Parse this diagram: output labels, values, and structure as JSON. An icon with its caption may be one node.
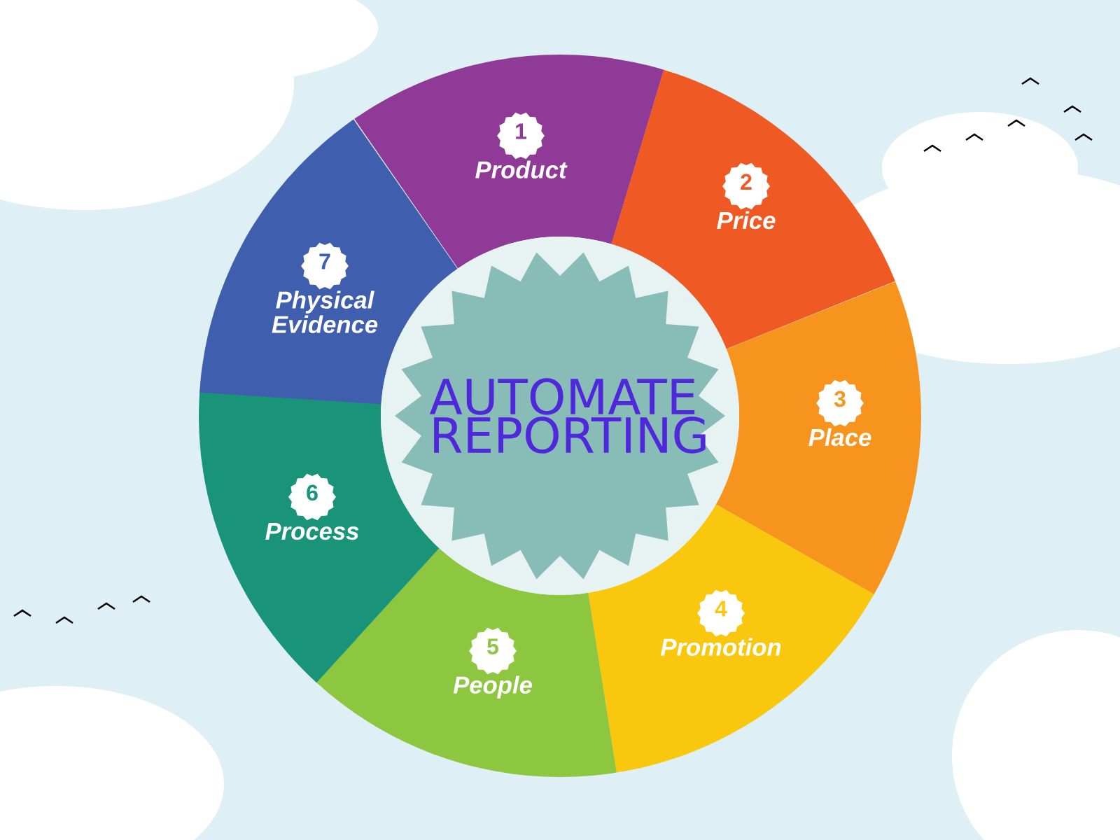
{
  "diagram": {
    "nodes": [
      {
        "text": [
          "AUTOMATE REPORTING"
        ]
      },
      {
        "text": [
          "1",
          "Product"
        ]
      },
      {
        "text": [
          "2",
          "Price"
        ]
      },
      {
        "text": [
          "3",
          "Place"
        ]
      },
      {
        "text": [
          "4",
          "Promotion"
        ]
      },
      {
        "text": [
          "5",
          "People"
        ]
      },
      {
        "text": [
          "6",
          "Process"
        ]
      },
      {
        "text": [
          "7",
          "Physical Evidence"
        ]
      }
    ]
  }
}
